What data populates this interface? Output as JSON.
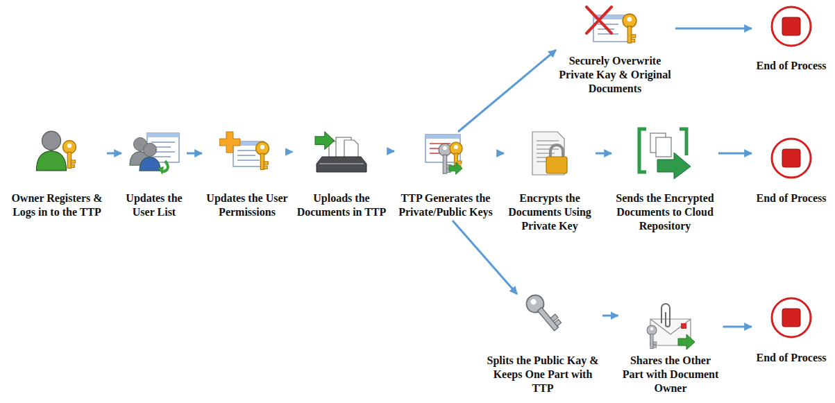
{
  "diagram": {
    "nodes": [
      {
        "text": [
          "Owner Registers & Logs in to the TTP"
        ]
      },
      {
        "text": [
          "Updates the User List"
        ]
      },
      {
        "text": [
          "Updates the User Permissions"
        ]
      },
      {
        "text": [
          "Uploads the Documents in TTP"
        ]
      },
      {
        "text": [
          "TTP Generates the Private/Public Keys"
        ]
      },
      {
        "text": [
          "Securely Overwrite Private Kay & Original Documents"
        ]
      },
      {
        "text": [
          "End of Process"
        ]
      },
      {
        "text": [
          "Encrypts the Documents Using Private Key"
        ]
      },
      {
        "text": [
          "Sends the Encrypted Documents to Cloud Repository"
        ]
      },
      {
        "text": [
          "End of Process"
        ]
      },
      {
        "text": [
          "Splits the Public Kay & Keeps One Part with TTP"
        ]
      },
      {
        "text": [
          "Shares the Other Part with Document Owner"
        ]
      },
      {
        "text": [
          "End of Process"
        ]
      }
    ],
    "edges": [
      {
        "from": 0,
        "to": 1,
        "arrow": "to"
      },
      {
        "from": 1,
        "to": 2,
        "arrow": "to"
      },
      {
        "from": 2,
        "to": 3,
        "arrow": "to"
      },
      {
        "from": 3,
        "to": 4,
        "arrow": "to"
      },
      {
        "from": 4,
        "to": 5,
        "arrow": "to"
      },
      {
        "from": 5,
        "to": 6,
        "arrow": "to"
      },
      {
        "from": 4,
        "to": 7,
        "arrow": "to"
      },
      {
        "from": 7,
        "to": 8,
        "arrow": "to"
      },
      {
        "from": 8,
        "to": 9,
        "arrow": "to"
      },
      {
        "from": 4,
        "to": 10,
        "arrow": "to"
      },
      {
        "from": 10,
        "to": 11,
        "arrow": "to"
      },
      {
        "from": 11,
        "to": 12,
        "arrow": "to"
      }
    ]
  }
}
